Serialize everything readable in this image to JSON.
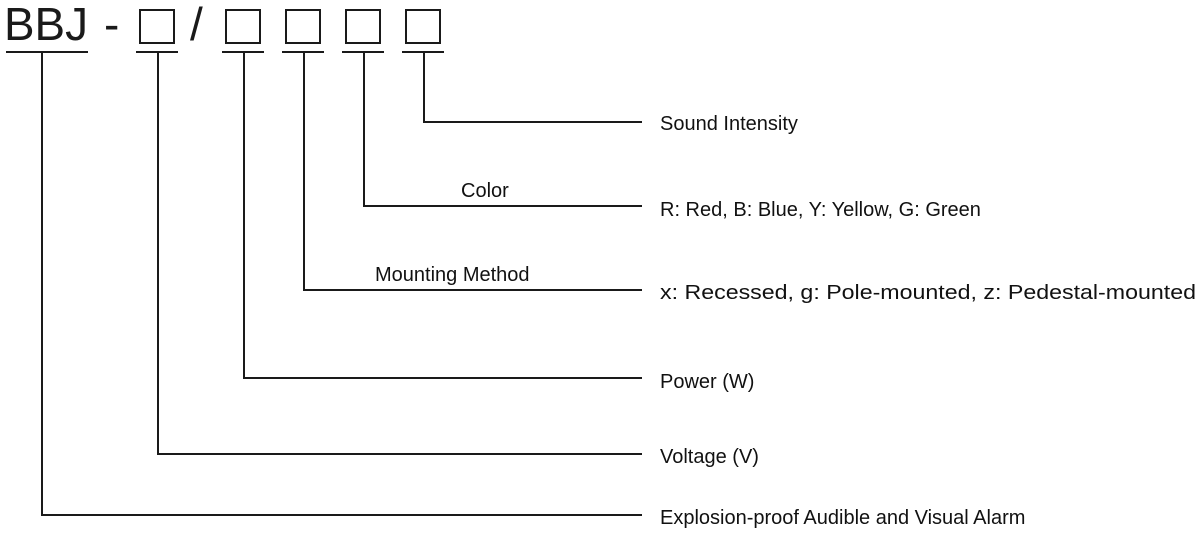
{
  "code": {
    "prefix": "BBJ",
    "dash": "-",
    "slash": "/"
  },
  "fields": [
    {
      "id": "sound-intensity",
      "label": "Sound Intensity",
      "caption": ""
    },
    {
      "id": "color",
      "label": "R: Red, B: Blue, Y: Yellow, G: Green",
      "caption": "Color"
    },
    {
      "id": "mounting-method",
      "label": "x: Recessed, g: Pole-mounted, z: Pedestal-mounted",
      "caption": "Mounting Method"
    },
    {
      "id": "power",
      "label": "Power (W)",
      "caption": ""
    },
    {
      "id": "voltage",
      "label": "Voltage (V)",
      "caption": ""
    },
    {
      "id": "product-type",
      "label": "Explosion-proof Audible and Visual Alarm",
      "caption": ""
    }
  ]
}
